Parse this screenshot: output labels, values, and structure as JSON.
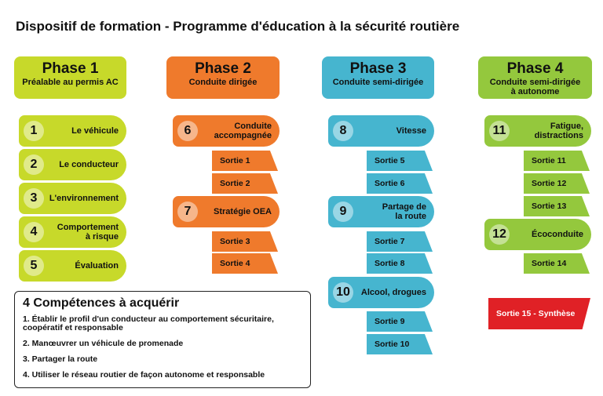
{
  "title": "Dispositif de formation - Programme d'éducation à la sécurité routière",
  "colors": {
    "phase1": "#c7d92a",
    "phase2": "#ef7a2c",
    "phase3": "#46b5cf",
    "phase4": "#94c83d",
    "synthesis": "#e02126"
  },
  "phases": [
    {
      "title": "Phase 1",
      "subtitle": "Préalable au permis AC",
      "items": [
        {
          "num": "1",
          "label": "Le véhicule"
        },
        {
          "num": "2",
          "label": "Le conducteur"
        },
        {
          "num": "3",
          "label": "L'environnement"
        },
        {
          "num": "4",
          "label": "Comportement\nà risque"
        },
        {
          "num": "5",
          "label": "Évaluation"
        }
      ]
    },
    {
      "title": "Phase 2",
      "subtitle": "Conduite dirigée",
      "steps": [
        {
          "num": "6",
          "label": "Conduite\naccompagnée"
        },
        {
          "num": "7",
          "label": "Stratégie OEA"
        }
      ],
      "sorties": [
        "Sortie 1",
        "Sortie 2",
        "Sortie 3",
        "Sortie 4"
      ]
    },
    {
      "title": "Phase 3",
      "subtitle": "Conduite semi-dirigée",
      "steps": [
        {
          "num": "8",
          "label": "Vitesse"
        },
        {
          "num": "9",
          "label": "Partage de\nla route"
        },
        {
          "num": "10",
          "label": "Alcool, drogues"
        }
      ],
      "sorties": [
        "Sortie 5",
        "Sortie 6",
        "Sortie 7",
        "Sortie 8",
        "Sortie 9",
        "Sortie 10"
      ]
    },
    {
      "title": "Phase 4",
      "subtitle": "Conduite semi-dirigée\nà autonome",
      "steps": [
        {
          "num": "11",
          "label": "Fatigue,\ndistractions"
        },
        {
          "num": "12",
          "label": "Écoconduite"
        }
      ],
      "sorties": [
        "Sortie 11",
        "Sortie 12",
        "Sortie 13",
        "Sortie 14"
      ],
      "synthesis": "Sortie 15 - Synthèse"
    }
  ],
  "competences": {
    "title": "4 Compétences à acquérir",
    "items": [
      "1. Établir le profil d'un conducteur au comportement sécuritaire,\ncoopératif et responsable",
      "2. Manœuvrer un véhicule de promenade",
      "3. Partager la route",
      "4. Utiliser le réseau routier de façon autonome et responsable"
    ]
  }
}
